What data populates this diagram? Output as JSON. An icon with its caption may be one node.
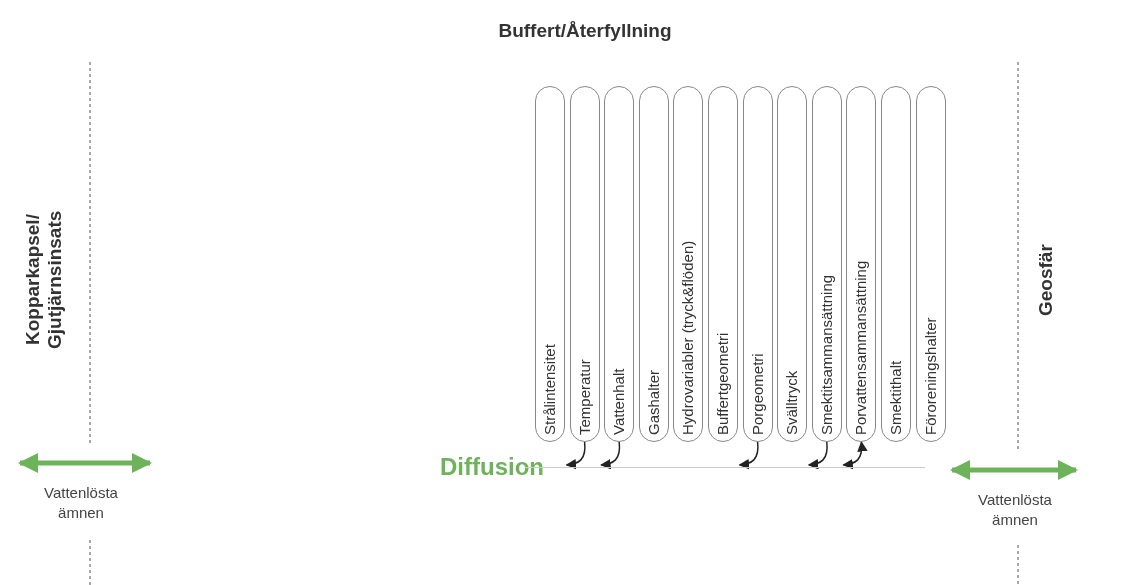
{
  "diagram": {
    "title": "Buffert/Återfyllning",
    "nodes": [
      {
        "text": [
          "Strålintensitet"
        ]
      },
      {
        "text": [
          "Temperatur"
        ]
      },
      {
        "text": [
          "Vattenhalt"
        ]
      },
      {
        "text": [
          "Gashalter"
        ]
      },
      {
        "text": [
          "Hydrovariabler (tryck&flöden)"
        ]
      },
      {
        "text": [
          "Buffertgeometri"
        ]
      },
      {
        "text": [
          "Porgeometri"
        ]
      },
      {
        "text": [
          "Svälltryck"
        ]
      },
      {
        "text": [
          "Smektitsammansättning"
        ]
      },
      {
        "text": [
          "Porvattensammansättning"
        ]
      },
      {
        "text": [
          "Smektithalt"
        ]
      },
      {
        "text": [
          "Föroreningshalter"
        ]
      },
      {
        "text": [
          "Diffusion"
        ]
      }
    ],
    "edges": [
      {
        "from": 1,
        "to": 12,
        "arrow": "to"
      },
      {
        "from": 2,
        "to": 12,
        "arrow": "to"
      },
      {
        "from": 6,
        "to": 12,
        "arrow": "to"
      },
      {
        "from": 8,
        "to": 12,
        "arrow": "to"
      },
      {
        "from": 9,
        "to": 12,
        "arrow": "both"
      }
    ],
    "labels": [
      "Kopparkapsel/ Gjutjärnsinsats",
      "Geosfär",
      "Vattenlösta ämnen",
      "Vattenlösta ämnen"
    ]
  }
}
